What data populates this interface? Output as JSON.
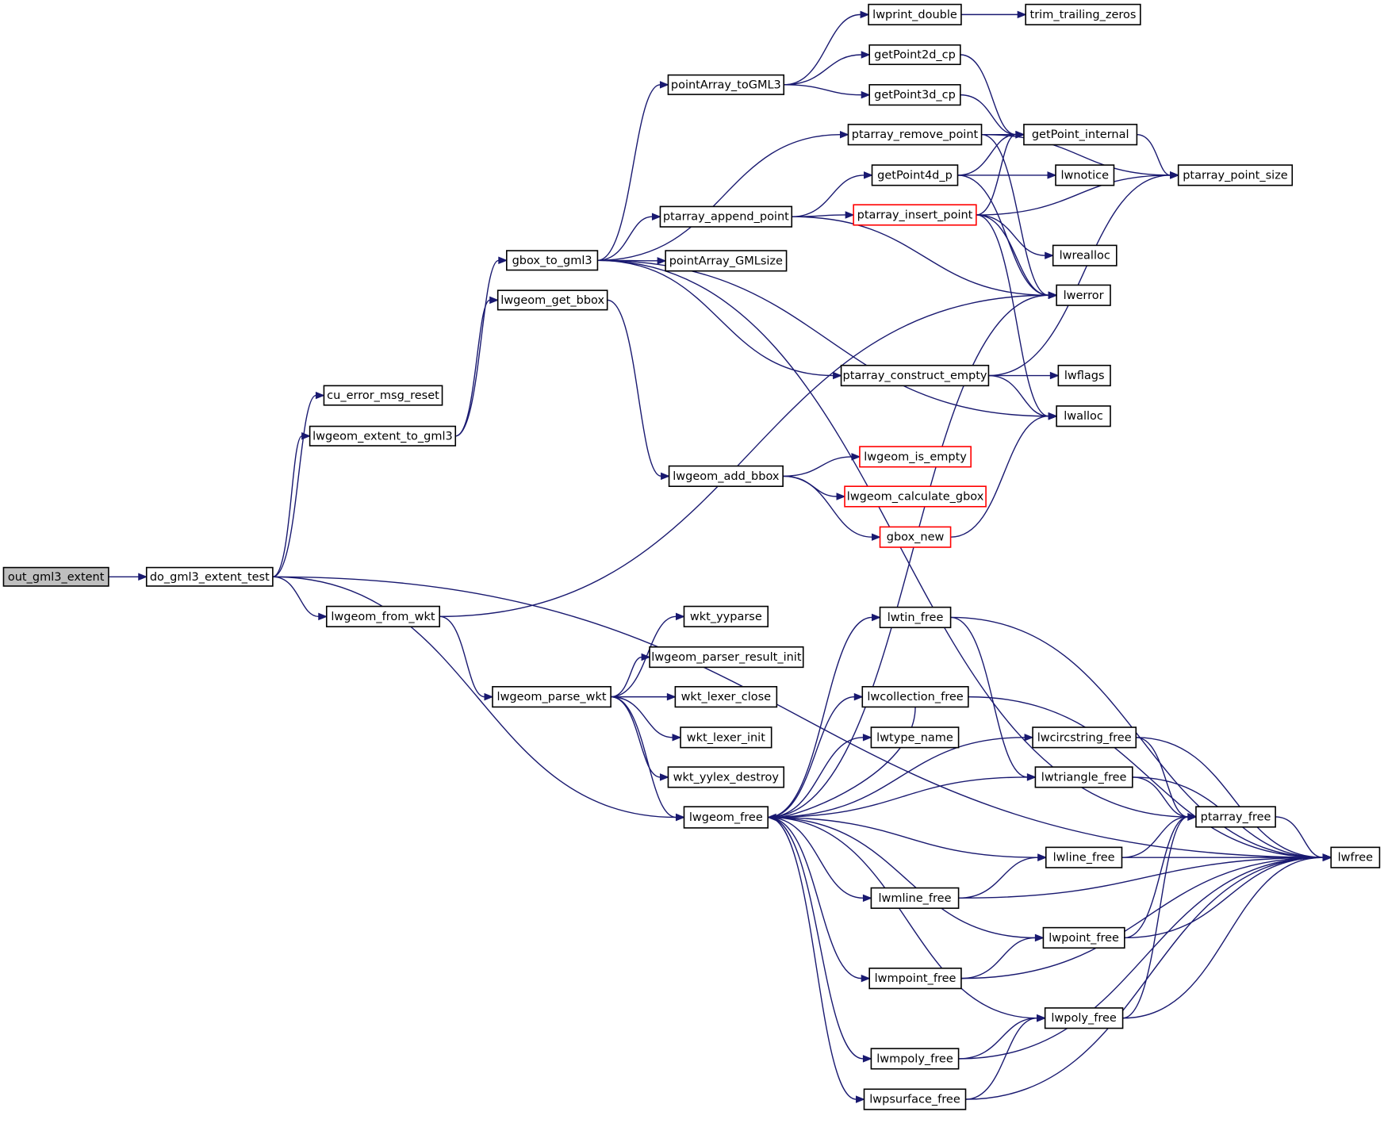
{
  "graph": {
    "nodes": [
      {
        "id": "out_gml3_extent",
        "label": "out_gml3_extent",
        "style": "root"
      },
      {
        "id": "do_gml3_extent_test",
        "label": "do_gml3_extent_test"
      },
      {
        "id": "cu_error_msg_reset",
        "label": "cu_error_msg_reset"
      },
      {
        "id": "lwgeom_extent_to_gml3",
        "label": "lwgeom_extent_to_gml3"
      },
      {
        "id": "lwgeom_from_wkt",
        "label": "lwgeom_from_wkt"
      },
      {
        "id": "gbox_to_gml3",
        "label": "gbox_to_gml3"
      },
      {
        "id": "lwgeom_get_bbox",
        "label": "lwgeom_get_bbox"
      },
      {
        "id": "lwgeom_parse_wkt",
        "label": "lwgeom_parse_wkt"
      },
      {
        "id": "pointArray_toGML3",
        "label": "pointArray_toGML3"
      },
      {
        "id": "ptarray_append_point",
        "label": "ptarray_append_point"
      },
      {
        "id": "pointArray_GMLsize",
        "label": "pointArray_GMLsize"
      },
      {
        "id": "lwgeom_add_bbox",
        "label": "lwgeom_add_bbox"
      },
      {
        "id": "wkt_yyparse",
        "label": "wkt_yyparse"
      },
      {
        "id": "lwgeom_parser_result_init",
        "label": "lwgeom_parser_result_init"
      },
      {
        "id": "wkt_lexer_close",
        "label": "wkt_lexer_close"
      },
      {
        "id": "wkt_lexer_init",
        "label": "wkt_lexer_init"
      },
      {
        "id": "wkt_yylex_destroy",
        "label": "wkt_yylex_destroy"
      },
      {
        "id": "lwgeom_free",
        "label": "lwgeom_free"
      },
      {
        "id": "lwprint_double",
        "label": "lwprint_double"
      },
      {
        "id": "getPoint2d_cp",
        "label": "getPoint2d_cp"
      },
      {
        "id": "getPoint3d_cp",
        "label": "getPoint3d_cp"
      },
      {
        "id": "ptarray_remove_point",
        "label": "ptarray_remove_point"
      },
      {
        "id": "getPoint4d_p",
        "label": "getPoint4d_p"
      },
      {
        "id": "ptarray_insert_point",
        "label": "ptarray_insert_point",
        "style": "red"
      },
      {
        "id": "ptarray_construct_empty",
        "label": "ptarray_construct_empty"
      },
      {
        "id": "lwgeom_is_empty",
        "label": "lwgeom_is_empty",
        "style": "red"
      },
      {
        "id": "lwgeom_calculate_gbox",
        "label": "lwgeom_calculate_gbox",
        "style": "red"
      },
      {
        "id": "gbox_new",
        "label": "gbox_new",
        "style": "red"
      },
      {
        "id": "lwtin_free",
        "label": "lwtin_free"
      },
      {
        "id": "lwcollection_free",
        "label": "lwcollection_free"
      },
      {
        "id": "lwtype_name",
        "label": "lwtype_name"
      },
      {
        "id": "lwmline_free",
        "label": "lwmline_free"
      },
      {
        "id": "lwmpoint_free",
        "label": "lwmpoint_free"
      },
      {
        "id": "lwmpoly_free",
        "label": "lwmpoly_free"
      },
      {
        "id": "lwpsurface_free",
        "label": "lwpsurface_free"
      },
      {
        "id": "trim_trailing_zeros",
        "label": "trim_trailing_zeros"
      },
      {
        "id": "getPoint_internal",
        "label": "getPoint_internal"
      },
      {
        "id": "lwnotice",
        "label": "lwnotice"
      },
      {
        "id": "lwrealloc",
        "label": "lwrealloc"
      },
      {
        "id": "lwerror",
        "label": "lwerror"
      },
      {
        "id": "lwflags",
        "label": "lwflags"
      },
      {
        "id": "lwalloc",
        "label": "lwalloc"
      },
      {
        "id": "lwcircstring_free",
        "label": "lwcircstring_free"
      },
      {
        "id": "lwtriangle_free",
        "label": "lwtriangle_free"
      },
      {
        "id": "lwline_free",
        "label": "lwline_free"
      },
      {
        "id": "lwpoint_free",
        "label": "lwpoint_free"
      },
      {
        "id": "lwpoly_free",
        "label": "lwpoly_free"
      },
      {
        "id": "ptarray_point_size",
        "label": "ptarray_point_size"
      },
      {
        "id": "ptarray_free",
        "label": "ptarray_free"
      },
      {
        "id": "lwfree",
        "label": "lwfree"
      }
    ],
    "edges": [
      [
        "out_gml3_extent",
        "do_gml3_extent_test"
      ],
      [
        "do_gml3_extent_test",
        "cu_error_msg_reset"
      ],
      [
        "do_gml3_extent_test",
        "lwgeom_extent_to_gml3"
      ],
      [
        "do_gml3_extent_test",
        "lwgeom_from_wkt"
      ],
      [
        "do_gml3_extent_test",
        "lwgeom_free"
      ],
      [
        "do_gml3_extent_test",
        "lwfree"
      ],
      [
        "lwgeom_extent_to_gml3",
        "gbox_to_gml3"
      ],
      [
        "lwgeom_extent_to_gml3",
        "lwgeom_get_bbox"
      ],
      [
        "gbox_to_gml3",
        "pointArray_toGML3"
      ],
      [
        "gbox_to_gml3",
        "ptarray_remove_point"
      ],
      [
        "gbox_to_gml3",
        "ptarray_append_point"
      ],
      [
        "gbox_to_gml3",
        "pointArray_GMLsize"
      ],
      [
        "gbox_to_gml3",
        "ptarray_construct_empty"
      ],
      [
        "gbox_to_gml3",
        "lwalloc"
      ],
      [
        "gbox_to_gml3",
        "ptarray_free"
      ],
      [
        "lwgeom_get_bbox",
        "lwgeom_add_bbox"
      ],
      [
        "pointArray_toGML3",
        "lwprint_double"
      ],
      [
        "pointArray_toGML3",
        "getPoint2d_cp"
      ],
      [
        "pointArray_toGML3",
        "getPoint3d_cp"
      ],
      [
        "lwprint_double",
        "trim_trailing_zeros"
      ],
      [
        "getPoint2d_cp",
        "getPoint_internal"
      ],
      [
        "getPoint3d_cp",
        "getPoint_internal"
      ],
      [
        "ptarray_remove_point",
        "getPoint_internal"
      ],
      [
        "ptarray_remove_point",
        "ptarray_point_size"
      ],
      [
        "ptarray_remove_point",
        "lwerror"
      ],
      [
        "getPoint_internal",
        "ptarray_point_size"
      ],
      [
        "ptarray_append_point",
        "getPoint4d_p"
      ],
      [
        "ptarray_append_point",
        "ptarray_insert_point"
      ],
      [
        "ptarray_append_point",
        "lwerror"
      ],
      [
        "getPoint4d_p",
        "getPoint_internal"
      ],
      [
        "getPoint4d_p",
        "lwnotice"
      ],
      [
        "getPoint4d_p",
        "lwerror"
      ],
      [
        "ptarray_insert_point",
        "getPoint_internal"
      ],
      [
        "ptarray_insert_point",
        "ptarray_point_size"
      ],
      [
        "ptarray_insert_point",
        "lwrealloc"
      ],
      [
        "ptarray_insert_point",
        "lwerror"
      ],
      [
        "ptarray_insert_point",
        "lwalloc"
      ],
      [
        "ptarray_construct_empty",
        "ptarray_point_size"
      ],
      [
        "ptarray_construct_empty",
        "lwflags"
      ],
      [
        "ptarray_construct_empty",
        "lwalloc"
      ],
      [
        "lwgeom_add_bbox",
        "lwgeom_is_empty"
      ],
      [
        "lwgeom_add_bbox",
        "lwgeom_calculate_gbox"
      ],
      [
        "lwgeom_add_bbox",
        "gbox_new"
      ],
      [
        "gbox_new",
        "lwalloc"
      ],
      [
        "lwgeom_from_wkt",
        "lwerror"
      ],
      [
        "lwgeom_from_wkt",
        "lwgeom_parse_wkt"
      ],
      [
        "lwgeom_parse_wkt",
        "wkt_yyparse"
      ],
      [
        "lwgeom_parse_wkt",
        "lwgeom_parser_result_init"
      ],
      [
        "lwgeom_parse_wkt",
        "wkt_lexer_close"
      ],
      [
        "lwgeom_parse_wkt",
        "wkt_lexer_init"
      ],
      [
        "lwgeom_parse_wkt",
        "wkt_yylex_destroy"
      ],
      [
        "lwgeom_parse_wkt",
        "lwgeom_free"
      ],
      [
        "lwgeom_free",
        "lwerror"
      ],
      [
        "lwgeom_free",
        "lwtin_free"
      ],
      [
        "lwgeom_free",
        "lwcollection_free"
      ],
      [
        "lwgeom_free",
        "lwtype_name"
      ],
      [
        "lwgeom_free",
        "lwcircstring_free"
      ],
      [
        "lwgeom_free",
        "lwtriangle_free"
      ],
      [
        "lwgeom_free",
        "lwline_free"
      ],
      [
        "lwgeom_free",
        "lwmline_free"
      ],
      [
        "lwgeom_free",
        "lwpoint_free"
      ],
      [
        "lwgeom_free",
        "lwmpoint_free"
      ],
      [
        "lwgeom_free",
        "lwpoly_free"
      ],
      [
        "lwgeom_free",
        "lwmpoly_free"
      ],
      [
        "lwgeom_free",
        "lwpsurface_free"
      ],
      [
        "lwtin_free",
        "lwtriangle_free"
      ],
      [
        "lwtin_free",
        "lwfree"
      ],
      [
        "lwcollection_free",
        "lwgeom_free"
      ],
      [
        "lwcollection_free",
        "lwfree"
      ],
      [
        "lwcircstring_free",
        "ptarray_free"
      ],
      [
        "lwcircstring_free",
        "lwfree"
      ],
      [
        "lwtriangle_free",
        "ptarray_free"
      ],
      [
        "lwtriangle_free",
        "lwfree"
      ],
      [
        "lwline_free",
        "ptarray_free"
      ],
      [
        "lwline_free",
        "lwfree"
      ],
      [
        "lwmline_free",
        "lwline_free"
      ],
      [
        "lwmline_free",
        "lwfree"
      ],
      [
        "lwpoint_free",
        "ptarray_free"
      ],
      [
        "lwpoint_free",
        "lwfree"
      ],
      [
        "lwmpoint_free",
        "lwpoint_free"
      ],
      [
        "lwmpoint_free",
        "lwfree"
      ],
      [
        "lwpoly_free",
        "ptarray_free"
      ],
      [
        "lwpoly_free",
        "lwfree"
      ],
      [
        "lwmpoly_free",
        "lwpoly_free"
      ],
      [
        "lwmpoly_free",
        "lwfree"
      ],
      [
        "lwpsurface_free",
        "lwpoly_free"
      ],
      [
        "lwpsurface_free",
        "lwfree"
      ],
      [
        "ptarray_free",
        "lwfree"
      ]
    ]
  }
}
